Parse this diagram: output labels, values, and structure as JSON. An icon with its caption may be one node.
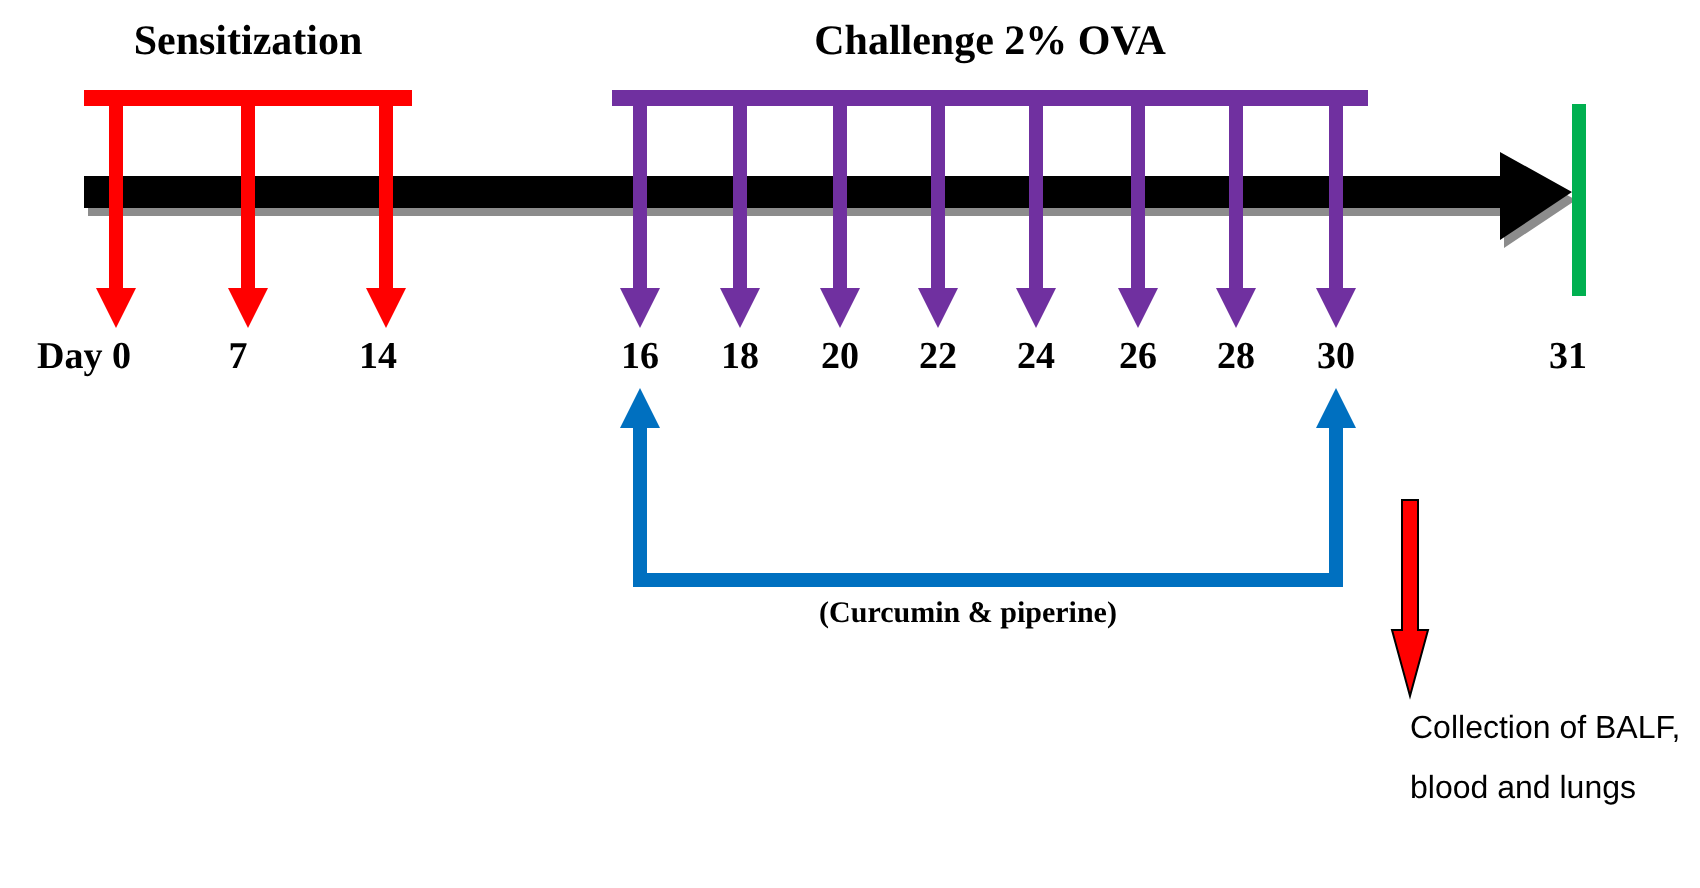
{
  "diagram": {
    "nodes": [
      {
        "text": [
          "Sensitization"
        ]
      },
      {
        "text": [
          "Challenge 2% OVA"
        ]
      },
      {
        "text": [
          "Day 0"
        ]
      },
      {
        "text": [
          "7"
        ]
      },
      {
        "text": [
          "14"
        ]
      },
      {
        "text": [
          "16"
        ]
      },
      {
        "text": [
          "18"
        ]
      },
      {
        "text": [
          "20"
        ]
      },
      {
        "text": [
          "22"
        ]
      },
      {
        "text": [
          "24"
        ]
      },
      {
        "text": [
          "26"
        ]
      },
      {
        "text": [
          "28"
        ]
      },
      {
        "text": [
          "30"
        ]
      },
      {
        "text": [
          "Collection of BALF, blood and lungs"
        ]
      }
    ],
    "edges": [
      {
        "from": 0,
        "to": 2,
        "arrow": "to",
        "color": "#ff0000"
      },
      {
        "from": 0,
        "to": 3,
        "arrow": "to",
        "color": "#ff0000"
      },
      {
        "from": 0,
        "to": 4,
        "arrow": "to",
        "color": "#ff0000"
      },
      {
        "from": 1,
        "to": 5,
        "arrow": "to"
      },
      {
        "from": 1,
        "to": 6,
        "arrow": "to"
      },
      {
        "from": 1,
        "to": 7,
        "arrow": "to"
      },
      {
        "from": 1,
        "to": 8,
        "arrow": "to"
      },
      {
        "from": 1,
        "to": 9,
        "arrow": "to"
      },
      {
        "from": 1,
        "to": 10,
        "arrow": "to"
      },
      {
        "from": 1,
        "to": 11,
        "arrow": "to"
      },
      {
        "from": 1,
        "to": 12,
        "arrow": "to"
      },
      {
        "from": 5,
        "to": 12,
        "arrow": "both",
        "color": "#0070c0",
        "label": "(Curcumin & piperine)"
      },
      {
        "from": null,
        "to": 13,
        "arrow": "to",
        "color": "#ff0000"
      }
    ],
    "labels": [
      "31"
    ]
  }
}
